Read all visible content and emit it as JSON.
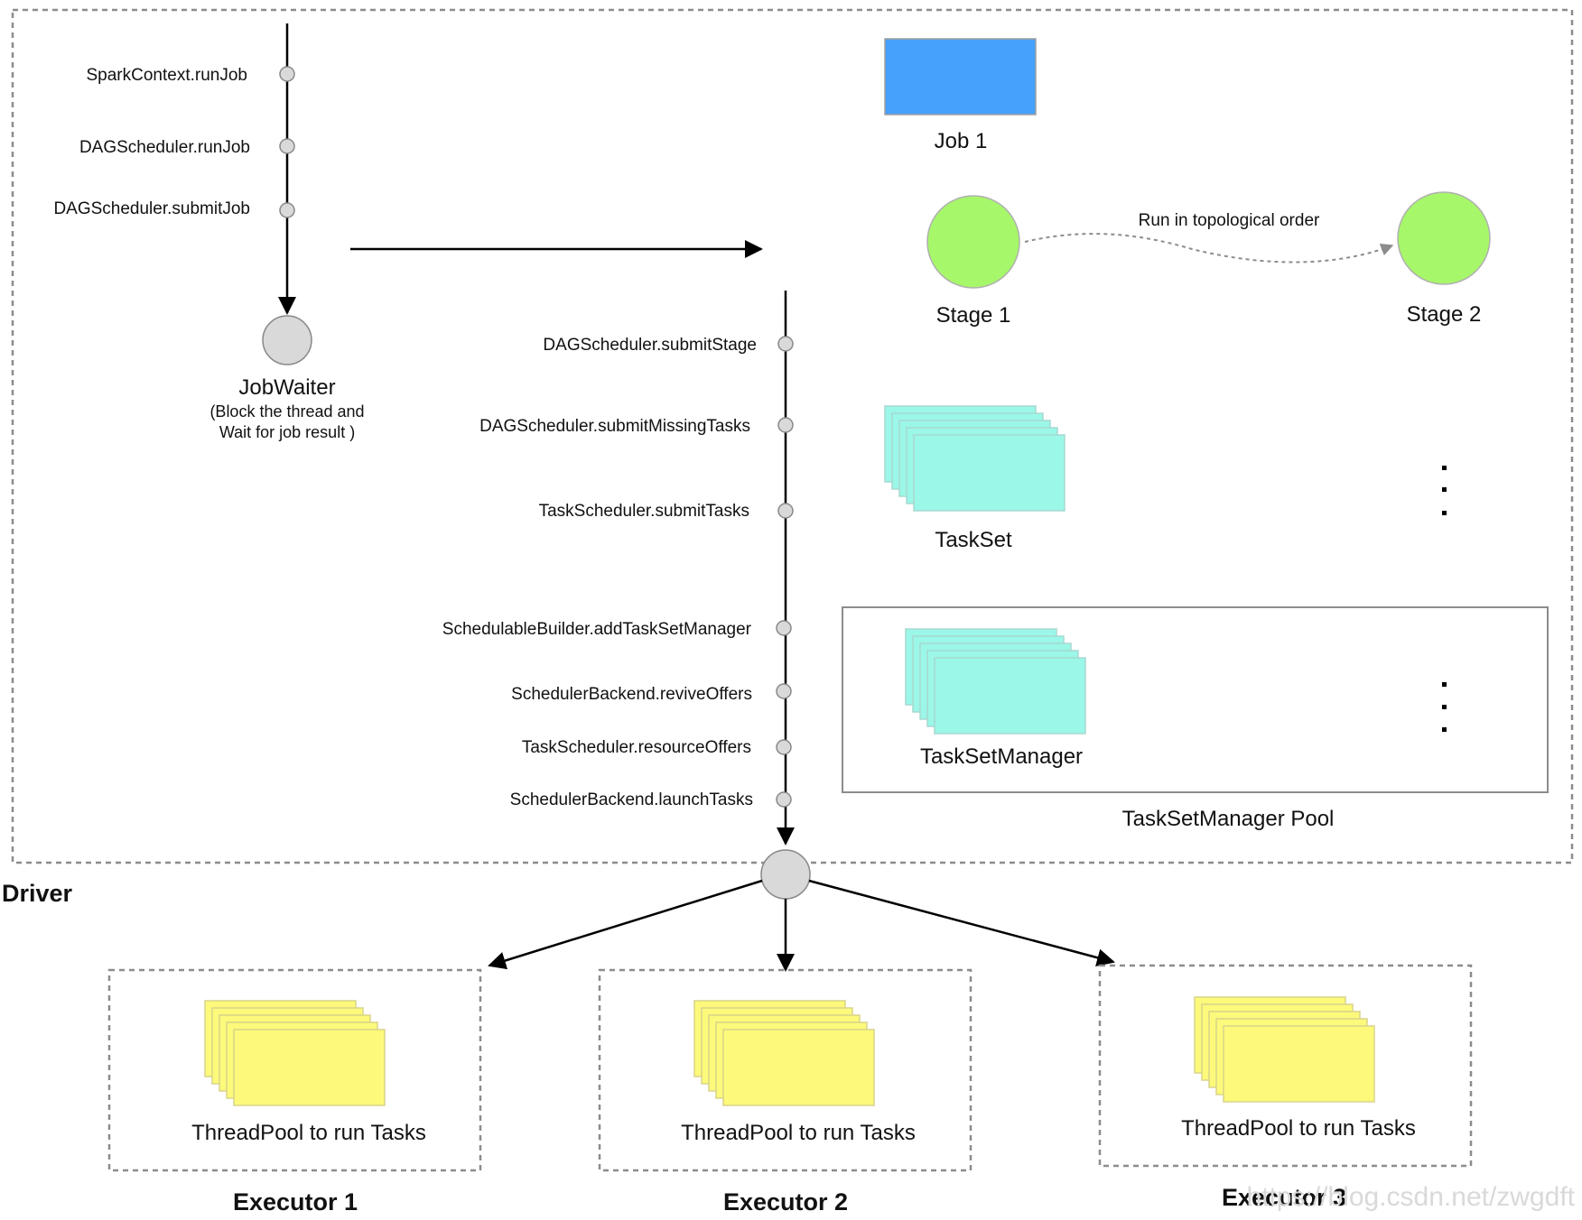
{
  "driver": {
    "label": "Driver",
    "job_flow": {
      "calls": [
        "SparkContext.runJob",
        "DAGScheduler.runJob",
        "DAGScheduler.submitJob"
      ],
      "waiter_title": "JobWaiter",
      "waiter_note_line1": "(Block the thread and",
      "waiter_note_line2": "Wait for job result )"
    },
    "stage_flow": {
      "calls": [
        "DAGScheduler.submitStage",
        "DAGScheduler.submitMissingTasks",
        "TaskScheduler.submitTasks",
        "SchedulableBuilder.addTaskSetManager",
        "SchedulerBackend.reviveOffers",
        "TaskScheduler.resourceOffers",
        "SchedulerBackend.launchTasks"
      ]
    },
    "job": {
      "label": "Job 1",
      "color": "#45a1fb"
    },
    "stages": {
      "items": [
        "Stage 1",
        "Stage 2"
      ],
      "edge_label": "Run in topological order",
      "color": "#a6f76a"
    },
    "taskset": {
      "label": "TaskSet",
      "color": "#9bf7e8"
    },
    "pool": {
      "item_label": "TaskSetManager",
      "label": "TaskSetManager Pool"
    }
  },
  "executors": {
    "color": "#fdf97b",
    "items": [
      {
        "title": "Executor 1",
        "content": "ThreadPool to run Tasks"
      },
      {
        "title": "Executor 2",
        "content": "ThreadPool to run Tasks"
      },
      {
        "title": "Executor 3",
        "content": "ThreadPool to run Tasks"
      }
    ]
  },
  "watermark": "https://blog.csdn.net/zwgdft"
}
